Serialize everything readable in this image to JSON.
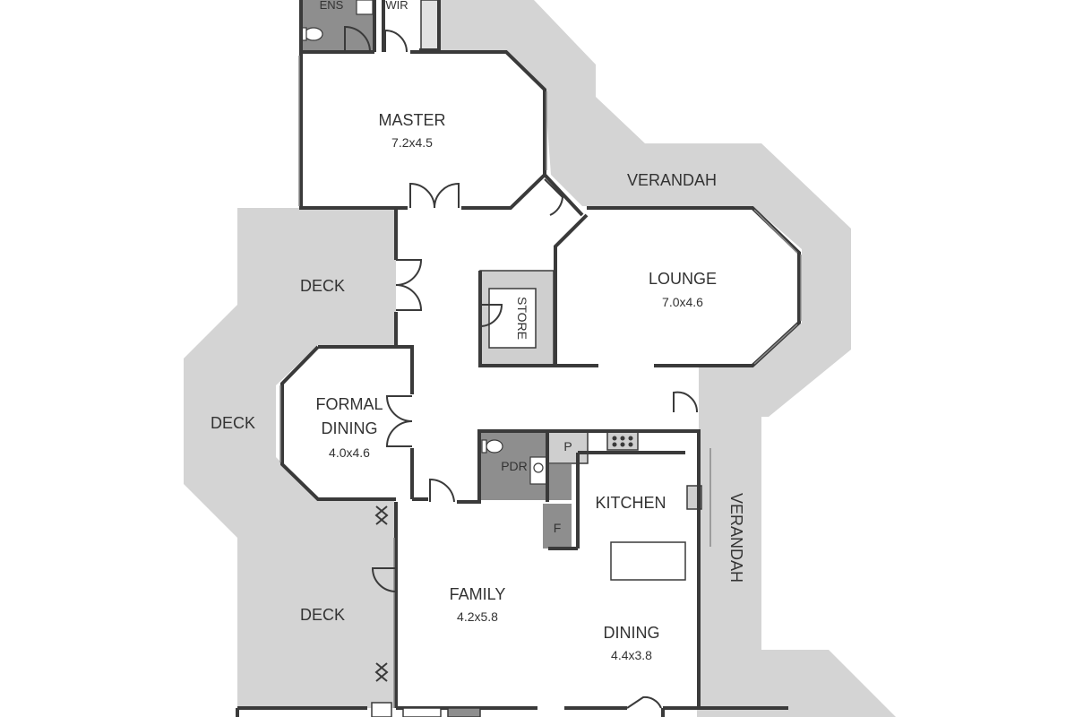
{
  "colors": {
    "deck": "#d4d4d4",
    "wall": "#3a3a3a",
    "room": "#ffffff",
    "wet_area": "#8e8e8e",
    "fixture": "#cfcfcf",
    "text": "#333333"
  },
  "rooms": {
    "ens": {
      "name": "ENS"
    },
    "wir": {
      "name": "WIR"
    },
    "master": {
      "name": "MASTER",
      "dims": "7.2x4.5"
    },
    "verandah_top": {
      "name": "VERANDAH"
    },
    "lounge": {
      "name": "LOUNGE",
      "dims": "7.0x4.6"
    },
    "store": {
      "name": "STORE"
    },
    "deck_upper": {
      "name": "DECK"
    },
    "deck_middle": {
      "name": "DECK"
    },
    "deck_lower": {
      "name": "DECK"
    },
    "formal_dining": {
      "name_line1": "FORMAL",
      "name_line2": "DINING",
      "dims": "4.0x4.6"
    },
    "pdr": {
      "name": "PDR"
    },
    "pantry": {
      "name": "P"
    },
    "fridge": {
      "name": "F"
    },
    "kitchen": {
      "name": "KITCHEN"
    },
    "verandah_right": {
      "name": "VERANDAH"
    },
    "family": {
      "name": "FAMILY",
      "dims": "4.2x5.8"
    },
    "dining": {
      "name": "DINING",
      "dims": "4.4x3.8"
    }
  }
}
